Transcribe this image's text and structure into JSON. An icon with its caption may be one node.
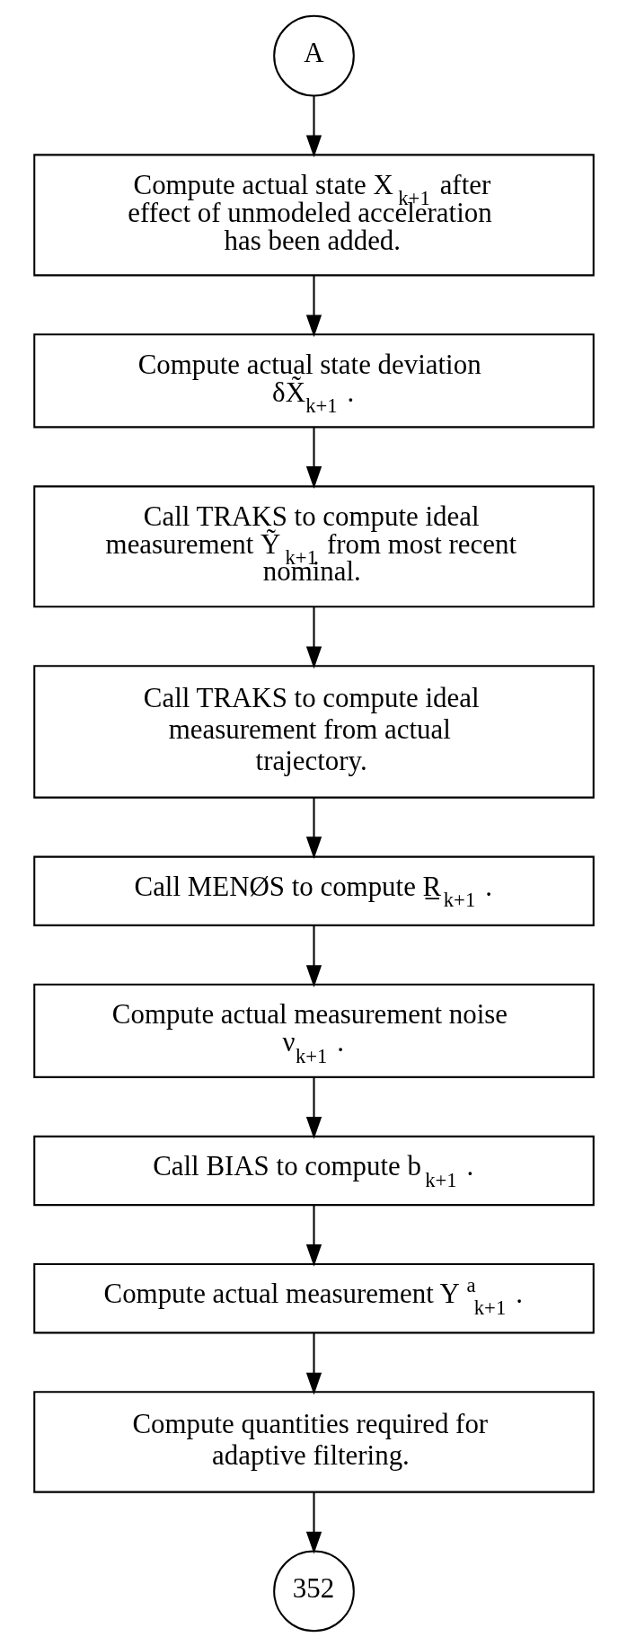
{
  "diagram": {
    "nodes": [
      {
        "text": [
          "A"
        ]
      },
      {
        "text": [
          "Compute actual state X$_{k+1}$ after effect of unmodeled acceleration has been added."
        ]
      },
      {
        "text": [
          "Compute actual state deviation δX̃$_{k+1}$ ."
        ]
      },
      {
        "text": [
          "Call TRAKS to compute ideal measurement Ỹ$_{k+1}$ from most recent nominal."
        ]
      },
      {
        "text": [
          "Call TRAKS to compute ideal measurement from actual trajectory."
        ]
      },
      {
        "text": [
          "Call MENØS to compute R̲$_{k+1}$ ."
        ]
      },
      {
        "text": [
          "Compute actual measurement noise ν$_{k+1}$ ."
        ]
      },
      {
        "text": [
          "Call BIAS to compute b$_{k+1}$ ."
        ]
      },
      {
        "text": [
          "Compute actual measurement Y$^{a}$$_{k+1}$ ."
        ]
      },
      {
        "text": [
          "Compute quantities required for adaptive filtering."
        ]
      },
      {
        "text": [
          "352"
        ]
      }
    ],
    "edges": [
      {
        "from": 0,
        "to": 1,
        "arrow": "to"
      },
      {
        "from": 1,
        "to": 2,
        "arrow": "to"
      },
      {
        "from": 2,
        "to": 3,
        "arrow": "to"
      },
      {
        "from": 3,
        "to": 4,
        "arrow": "to"
      },
      {
        "from": 4,
        "to": 5,
        "arrow": "to"
      },
      {
        "from": 5,
        "to": 6,
        "arrow": "to"
      },
      {
        "from": 6,
        "to": 7,
        "arrow": "to"
      },
      {
        "from": 7,
        "to": 8,
        "arrow": "to"
      },
      {
        "from": 8,
        "to": 9,
        "arrow": "to"
      },
      {
        "from": 9,
        "to": 10,
        "arrow": "to"
      }
    ]
  }
}
